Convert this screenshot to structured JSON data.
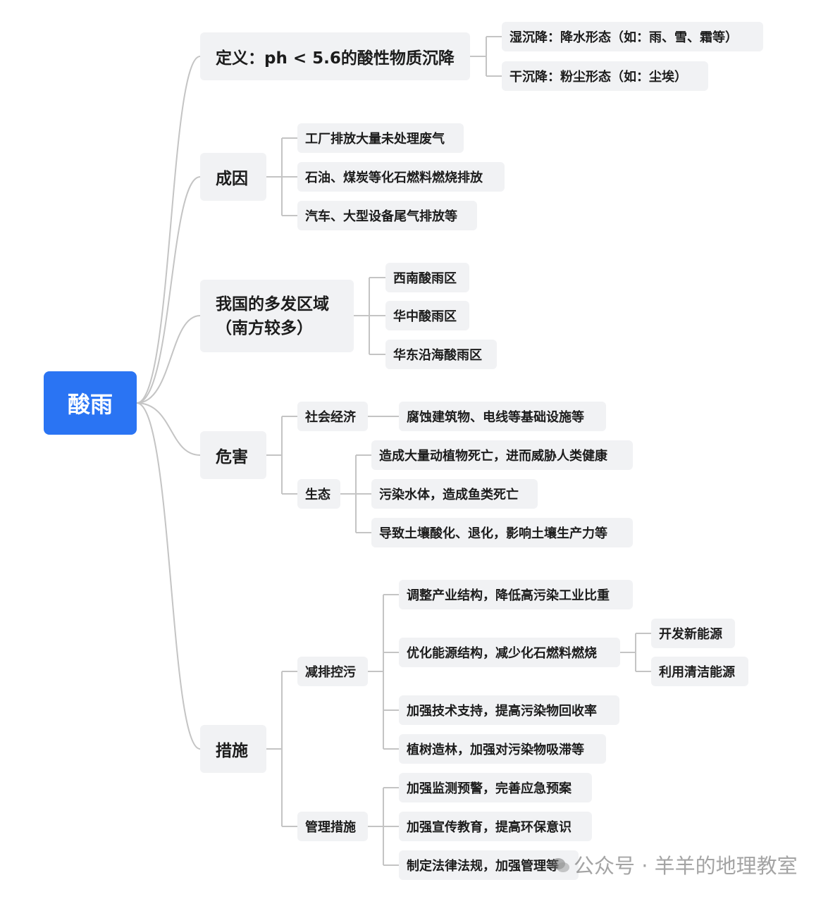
{
  "root": "酸雨",
  "definition": {
    "label": "定义：ph < 5.6的酸性物质沉降",
    "children": [
      "湿沉降：降水形态（如：雨、雪、霜等）",
      "干沉降：粉尘形态（如：尘埃）"
    ]
  },
  "causes": {
    "label": "成因",
    "children": [
      "工厂排放大量未处理废气",
      "石油、煤炭等化石燃料燃烧排放",
      "汽车、大型设备尾气排放等"
    ]
  },
  "regions": {
    "label_line1": "我国的多发区域",
    "label_line2": "（南方较多）",
    "children": [
      "西南酸雨区",
      "华中酸雨区",
      "华东沿海酸雨区"
    ]
  },
  "harm": {
    "label": "危害",
    "social": {
      "label": "社会经济",
      "children": [
        "腐蚀建筑物、电线等基础设施等"
      ]
    },
    "eco": {
      "label": "生态",
      "children": [
        "造成大量动植物死亡，进而威胁人类健康",
        "污染水体，造成鱼类死亡",
        "导致土壤酸化、退化，影响土壤生产力等"
      ]
    }
  },
  "measures": {
    "label": "措施",
    "reduce": {
      "label": "减排控污",
      "children": [
        "调整产业结构，降低高污染工业比重",
        "优化能源结构，减少化石燃料燃烧",
        "加强技术支持，提高污染物回收率",
        "植树造林，加强对污染物吸滞等"
      ],
      "energy_children": [
        "开发新能源",
        "利用清洁能源"
      ]
    },
    "manage": {
      "label": "管理措施",
      "children": [
        "加强监测预警，完善应急预案",
        "加强宣传教育，提高环保意识",
        "制定法律法规，加强管理等"
      ]
    }
  },
  "watermark": "公众号 · 羊羊的地理教室"
}
